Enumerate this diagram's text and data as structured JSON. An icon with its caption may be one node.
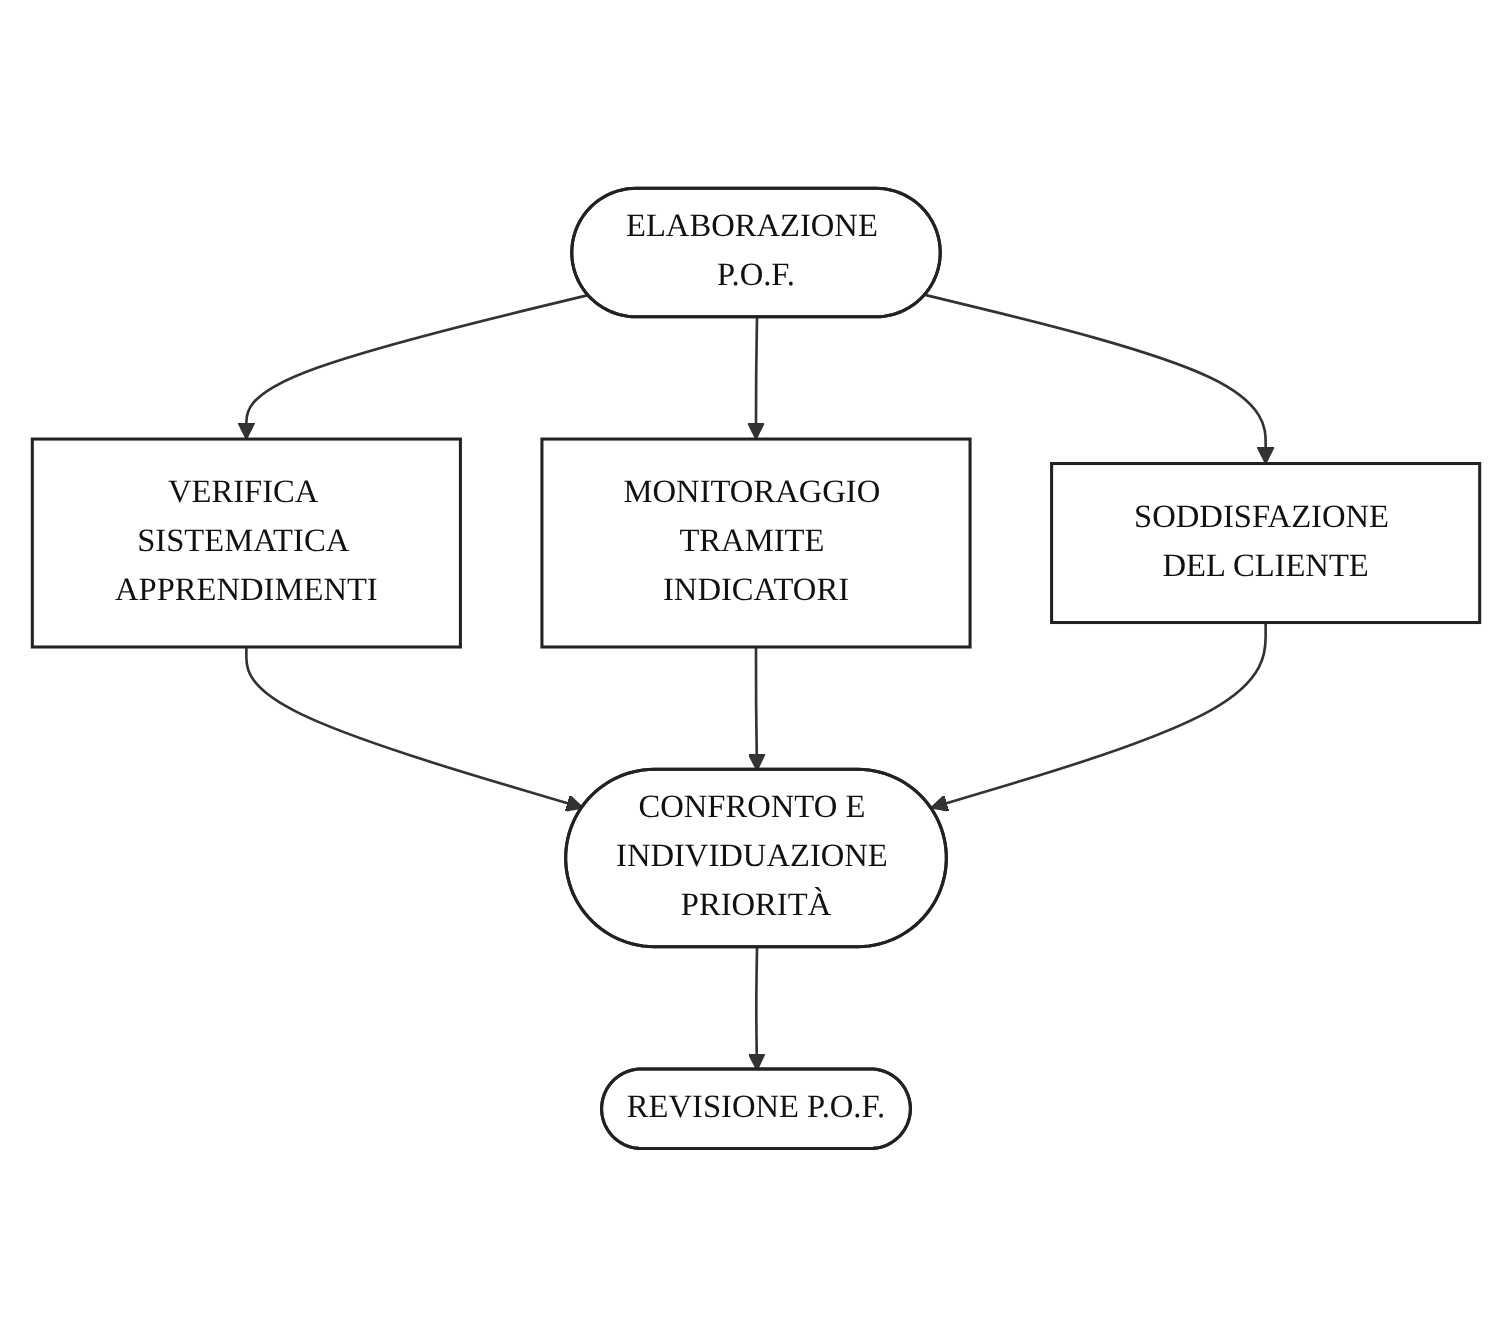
{
  "diagram": {
    "nodes": [
      {
        "text": [
          "ELABORAZIONE P.O.F."
        ]
      },
      {
        "text": [
          "VERIFICA SISTEMATICA APPRENDIMENTI"
        ]
      },
      {
        "text": [
          "MONITORAGGIO TRAMITE INDICATORI"
        ]
      },
      {
        "text": [
          "SODDISFAZIONE DEL CLIENTE"
        ]
      },
      {
        "text": [
          "CONFRONTO E INDIVIDUAZIONE PRIORITÀ"
        ]
      },
      {
        "text": [
          "REVISIONE P.O.F."
        ]
      }
    ],
    "edges": [
      {
        "from": 0,
        "to": 1,
        "arrow": "to"
      },
      {
        "from": 0,
        "to": 2,
        "arrow": "to"
      },
      {
        "from": 0,
        "to": 3,
        "arrow": "to"
      },
      {
        "from": 1,
        "to": 4,
        "arrow": "to"
      },
      {
        "from": 2,
        "to": 4,
        "arrow": "to"
      },
      {
        "from": 3,
        "to": 4,
        "arrow": "to"
      },
      {
        "from": 4,
        "to": 5,
        "arrow": "to"
      }
    ]
  }
}
